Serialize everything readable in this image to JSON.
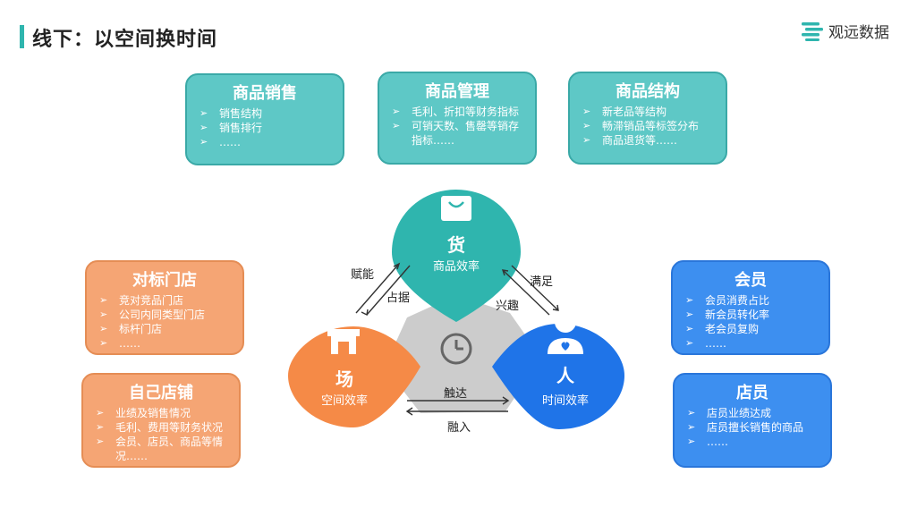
{
  "page_title": "线下：以空间换时间",
  "logo_text": "观远数据",
  "colors": {
    "teal": "#5ec8c6",
    "orange": "#f5a574",
    "blue": "#3d8ff0",
    "center_gray": "#cccccc"
  },
  "boxes": {
    "sales": {
      "title": "商品销售",
      "items": [
        "销售结构",
        "销售排行",
        "……"
      ]
    },
    "management": {
      "title": "商品管理",
      "items": [
        "毛利、折扣等财务指标",
        "可销天数、售罄等销存指标……"
      ]
    },
    "structure": {
      "title": "商品结构",
      "items": [
        "新老品等结构",
        "畅滞销品等标签分布",
        "商品退货等……"
      ]
    },
    "benchmark": {
      "title": "对标门店",
      "items": [
        "竞对竞品门店",
        "公司内同类型门店",
        "标杆门店",
        "……"
      ]
    },
    "own_store": {
      "title": "自己店铺",
      "items": [
        "业绩及销售情况",
        "毛利、费用等财务状况",
        "会员、店员、商品等情况……"
      ]
    },
    "members": {
      "title": "会员",
      "items": [
        "会员消费占比",
        "新会员转化率",
        "老会员复购",
        "……"
      ]
    },
    "staff": {
      "title": "店员",
      "items": [
        "店员业绩达成",
        "店员擅长销售的商品",
        "……"
      ]
    }
  },
  "nodes": {
    "goods": {
      "char": "货",
      "sub": "商品效率",
      "icon": "shopping-bag-icon"
    },
    "place": {
      "char": "场",
      "sub": "空间效率",
      "icon": "storefront-icon"
    },
    "people": {
      "char": "人",
      "sub": "时间效率",
      "icon": "person-heart-icon"
    }
  },
  "relations": {
    "empower": "赋能",
    "occupy": "占据",
    "satisfy": "满足",
    "interest": "兴趣",
    "reach": "触达",
    "integrate": "融入"
  },
  "center_icon": "clock-icon"
}
